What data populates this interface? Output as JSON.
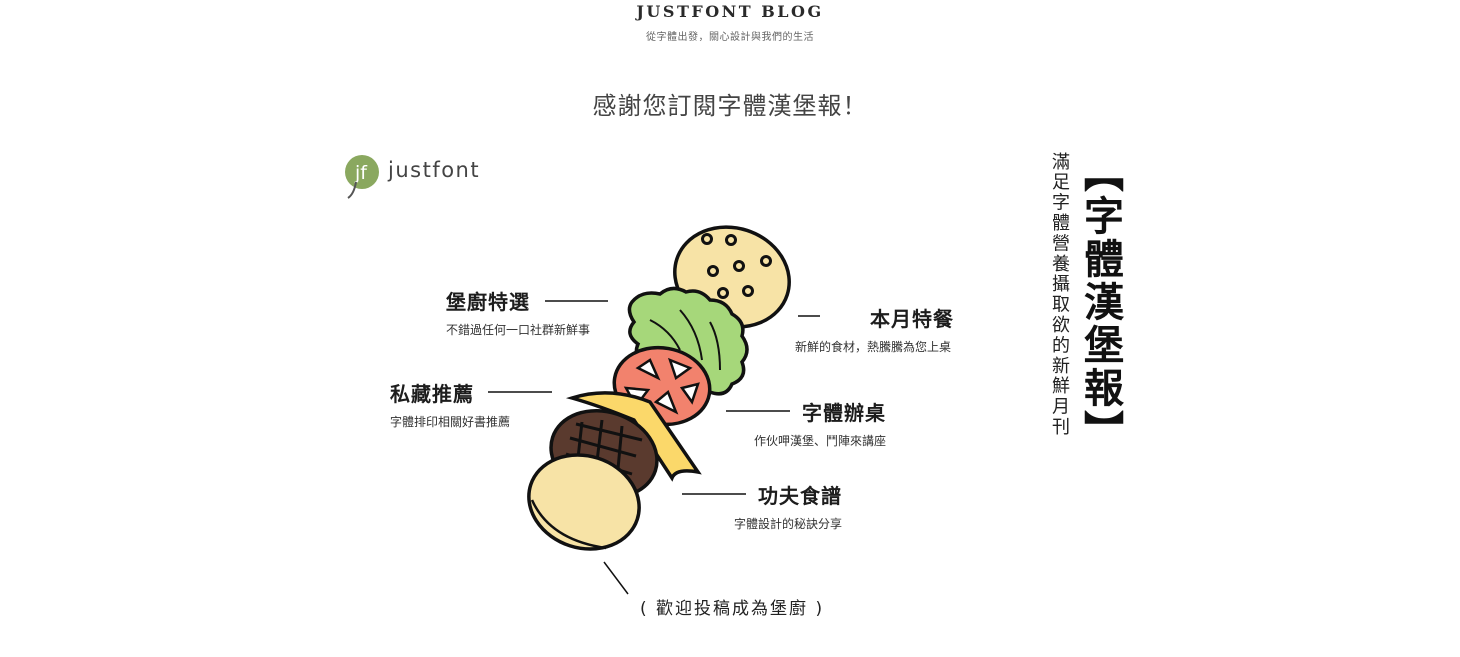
{
  "header": {
    "site_title": "JUSTFONT BLOG",
    "tagline": "從字體出發，關心設計與我們的生活"
  },
  "main": {
    "thanks_title": "感謝您訂閱字體漢堡報！"
  },
  "brand": {
    "logo_text": "jf",
    "name": "justfont",
    "logo_color": "#8aa85f"
  },
  "sections": [
    {
      "title": "堡廚特選",
      "desc": "不錯過任何一口社群新鮮事"
    },
    {
      "title": "本月特餐",
      "desc": "新鮮的食材，熱騰騰為您上桌"
    },
    {
      "title": "私藏推薦",
      "desc": "字體排印相關好書推薦"
    },
    {
      "title": "字體辦桌",
      "desc": "作伙呷漢堡、鬥陣來講座"
    },
    {
      "title": "功夫食譜",
      "desc": "字體設計的秘訣分享"
    }
  ],
  "newsletter": {
    "title": "【字體漢堡報】",
    "subtitle": "滿足字體營養攝取欲的新鮮月刊"
  },
  "footer": {
    "submit_text": "( 歡迎投稿成為堡廚 )"
  },
  "colors": {
    "bun": "#f7e3a6",
    "lettuce": "#a6d77a",
    "tomato": "#f2826d",
    "cheese": "#fbd86a",
    "patty": "#5a3a2e",
    "outline": "#111111"
  }
}
